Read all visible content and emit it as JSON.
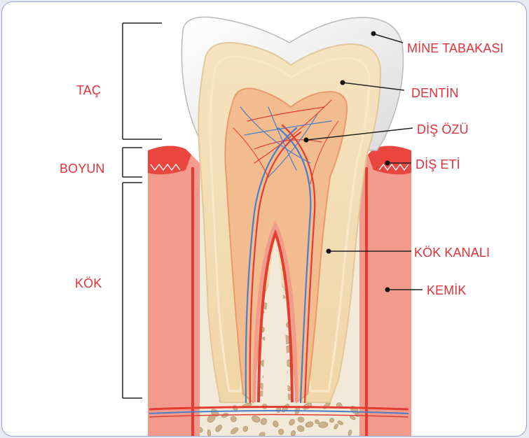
{
  "diagram": {
    "sections": {
      "crown": "TAÇ",
      "neck": "BOYUN",
      "root": "KÖK"
    },
    "parts": {
      "enamel": "MİNE TABAKASI",
      "dentin": "DENTİN",
      "pulp": "DİŞ ÖZÜ",
      "gum": "DİŞ ETİ",
      "root_canal": "KÖK KANALI",
      "bone": "KEMİK"
    }
  },
  "colors": {
    "label": "#e0323a",
    "frame_border": "#9aa2cf",
    "enamel": "#f4f4f4",
    "dentin": "#f3d9ad",
    "pulp": "#f1b98f",
    "gum": "#e8463f",
    "bone": "#f2e9d9",
    "bone_spot": "#c7b08a"
  }
}
